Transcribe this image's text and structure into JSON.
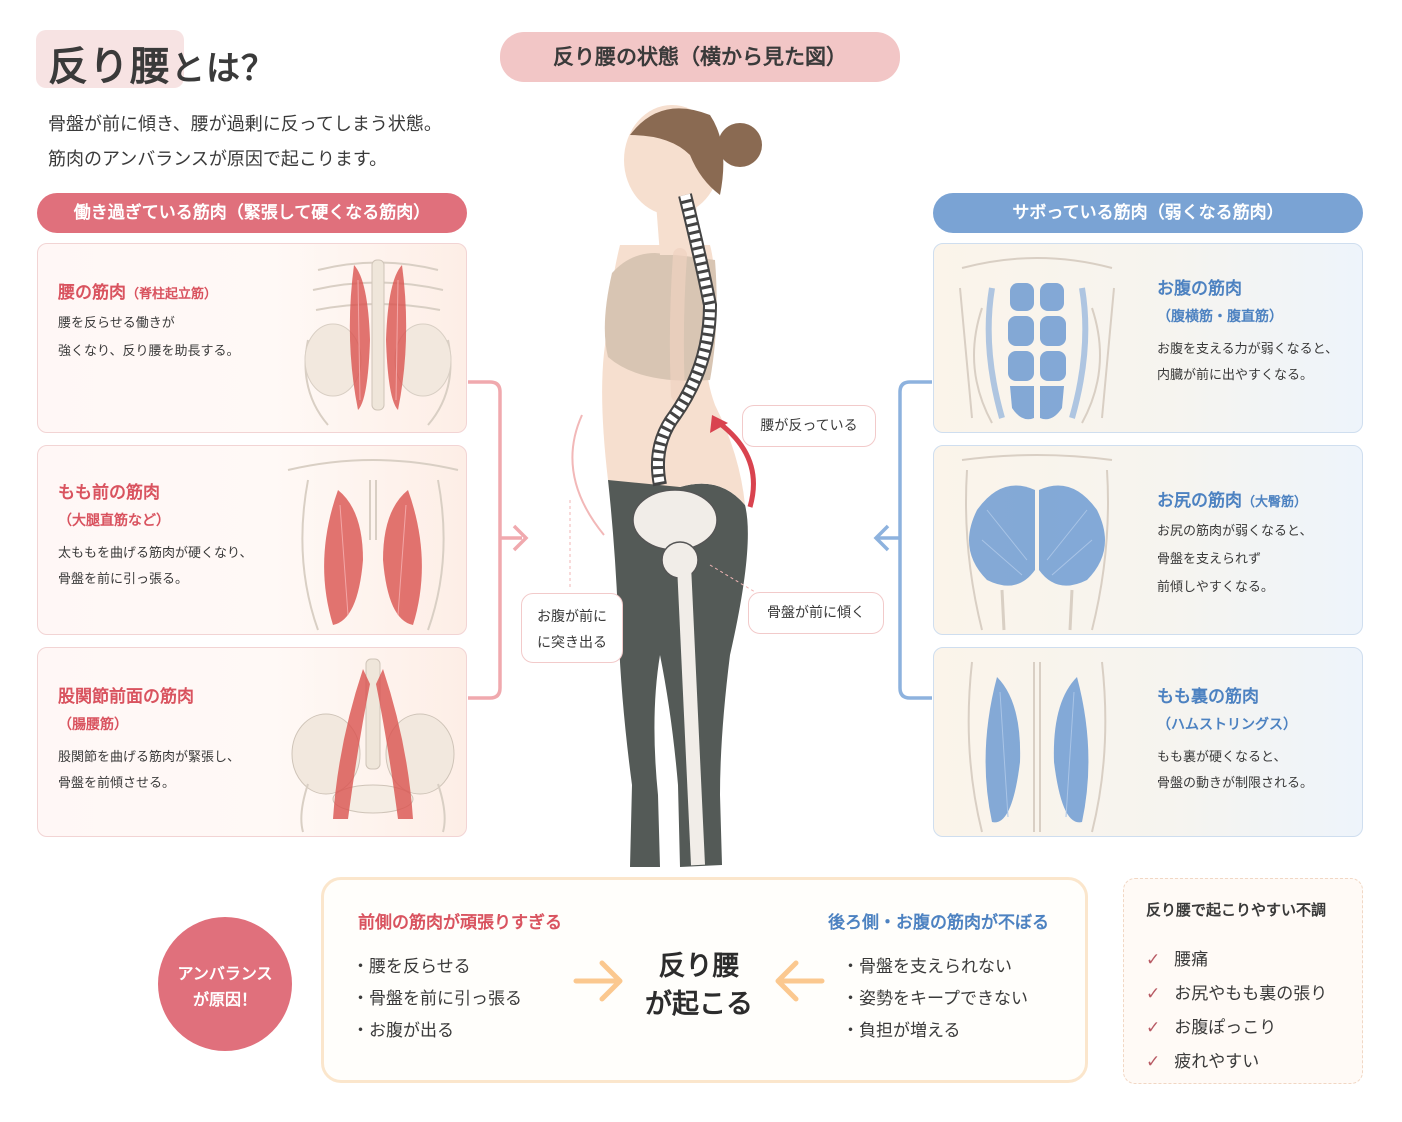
{
  "title": {
    "highlight": "反り腰",
    "rest": "とは？"
  },
  "description": [
    "骨盤が前に傾き、腰が過剰に反ってしまう状態。",
    "筋肉のアンバランスが原因で起こります。"
  ],
  "figure_label": "反り腰の状態（横から見た図）",
  "left_header": "働き過ぎている筋肉（緊張して硬くなる筋肉）",
  "right_header": "サボっている筋肉（弱くなる筋肉）",
  "left_cards": [
    {
      "title": "腰の筋肉",
      "title_note": "（脊柱起立筋）",
      "subtitle": "",
      "lines": [
        "腰を反らせる働きが",
        "強くなり、反り腰を助長する。"
      ]
    },
    {
      "title": "もも前の筋肉",
      "title_note": "",
      "subtitle": "（大腿直筋など）",
      "lines": [
        "太ももを曲げる筋肉が硬くなり、",
        "骨盤を前に引っ張る。"
      ]
    },
    {
      "title": "股関節前面の筋肉",
      "title_note": "",
      "subtitle": "（腸腰筋）",
      "lines": [
        "股関節を曲げる筋肉が緊張し、",
        "骨盤を前傾させる。"
      ]
    }
  ],
  "right_cards": [
    {
      "title": "お腹の筋肉",
      "title_note": "",
      "subtitle": "（腹横筋・腹直筋）",
      "lines": [
        "お腹を支える力が弱くなると、",
        "内臓が前に出やすくなる。"
      ]
    },
    {
      "title": "お尻の筋肉",
      "title_note": "（大臀筋）",
      "subtitle": "",
      "lines": [
        "お尻の筋肉が弱くなると、",
        "骨盤を支えられず",
        "前傾しやすくなる。"
      ]
    },
    {
      "title": "もも裏の筋肉",
      "title_note": "",
      "subtitle": "（ハムストリングス）",
      "lines": [
        "もも裏が硬くなると、",
        "骨盤の動きが制限される。"
      ]
    }
  ],
  "callouts": {
    "back": "腰が反っている",
    "pelvis": "骨盤が前に傾く",
    "belly": [
      "お腹が前に",
      "に突き出る"
    ]
  },
  "cause_badge": [
    "アンバランス",
    "が原因！"
  ],
  "summary": {
    "front_heading": "前側の筋肉が頑張りすぎる",
    "front_items": [
      "・腰を反らせる",
      "・骨盤を前に引っ張る",
      "・お腹が出る"
    ],
    "center": [
      "反り腰",
      "が起こる"
    ],
    "back_heading": "後ろ側・お腹の筋肉が不ぼる",
    "back_items": [
      "・骨盤を支えられない",
      "・姿勢をキープできない",
      "・負担が増える"
    ]
  },
  "symptoms": {
    "title": "反り腰で起こりやすい不調",
    "items": [
      "腰痛",
      "お尻やもも裏の張り",
      "お腹ぽっこり",
      "疲れやすい"
    ]
  },
  "colors": {
    "red_accent": "#e0707c",
    "red_text": "#d9535f",
    "blue_accent": "#7aa3d4",
    "blue_text": "#4d82c1",
    "pink_pill": "#f2c6c6",
    "arrow_red": "#d9434f"
  },
  "icons": [
    "check-icon",
    "arrow-right-icon",
    "arrow-left-icon",
    "curved-arrow-icon"
  ]
}
